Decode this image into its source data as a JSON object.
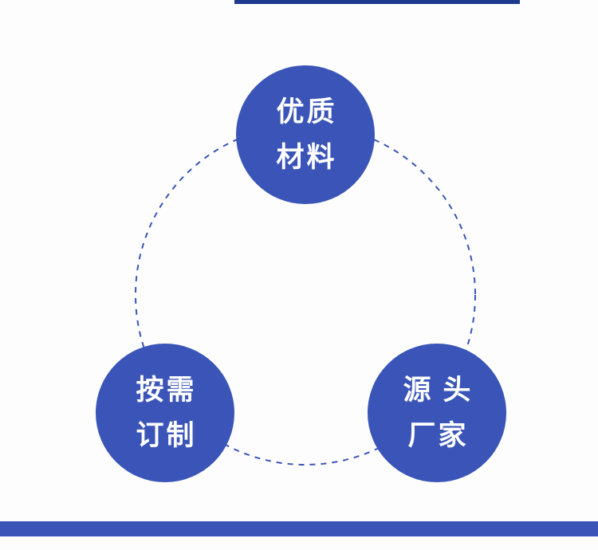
{
  "page": {
    "background_color": "#fdfdfd",
    "accent_blue": "#3a55b7",
    "top_line_color": "#1e3a8c",
    "bottom_bar_color": "#3a55b7",
    "text_color": "#ffffff"
  },
  "diagram": {
    "dashed_circle": {
      "stroke_color": "#3a55b7",
      "dash_pattern": "7 7"
    },
    "circles": [
      {
        "id": "top",
        "line1": "优质",
        "line2": "材料"
      },
      {
        "id": "bottom-left",
        "line1": "按需",
        "line2": "订制"
      },
      {
        "id": "bottom-right",
        "line1": "源 头",
        "line2": "厂家"
      }
    ]
  }
}
